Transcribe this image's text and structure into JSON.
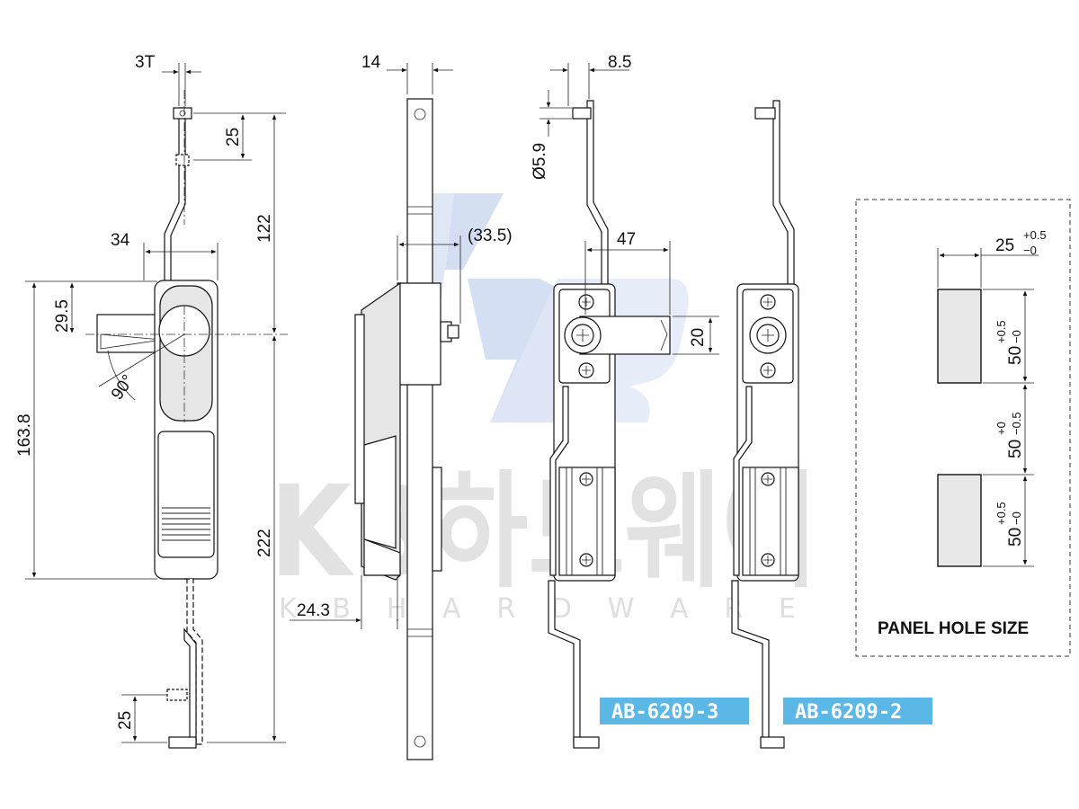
{
  "watermark": {
    "logo_letters": "KB",
    "brand_korean": "KB하드웨어",
    "brand_english": "K B   H A R D W A R E"
  },
  "front_view": {
    "dims": {
      "thickness": "3T",
      "pin_spacing_top": "25",
      "upper_length": "122",
      "width": "34",
      "handle_offset": "29.5",
      "overall_height": "163.8",
      "rotation": "90°",
      "lower_length": "222",
      "pin_spacing_bottom": "25"
    }
  },
  "side_view": {
    "dims": {
      "bar_width": "14",
      "depth_ref": "(33.5)",
      "projection": "24.3"
    }
  },
  "rear_view_3": {
    "dims": {
      "offset": "8.5",
      "pin_diameter": "Ø5.9",
      "cam_length": "47",
      "cam_height": "20"
    },
    "model": "AB-6209-3"
  },
  "rear_view_2": {
    "model": "AB-6209-2"
  },
  "panel_hole": {
    "title": "PANEL HOLE SIZE",
    "width_base": "25",
    "width_tol_plus": "+0.5",
    "width_tol_minus": "−0",
    "hole_height_base": "50",
    "hole_height_tol_plus": "+0.5",
    "hole_height_tol_minus": "−0",
    "gap_base": "50",
    "gap_tol_plus": "+0",
    "gap_tol_minus": "−0.5",
    "hole2_height_base": "50",
    "hole2_height_tol_plus": "+0.5",
    "hole2_height_tol_minus": "−0"
  },
  "colors": {
    "model_badge": "#5bb8e6",
    "watermark_blue": "#b8c8e6",
    "watermark_gray": "#d9d9d9",
    "hole_fill": "#e8e8e8"
  }
}
